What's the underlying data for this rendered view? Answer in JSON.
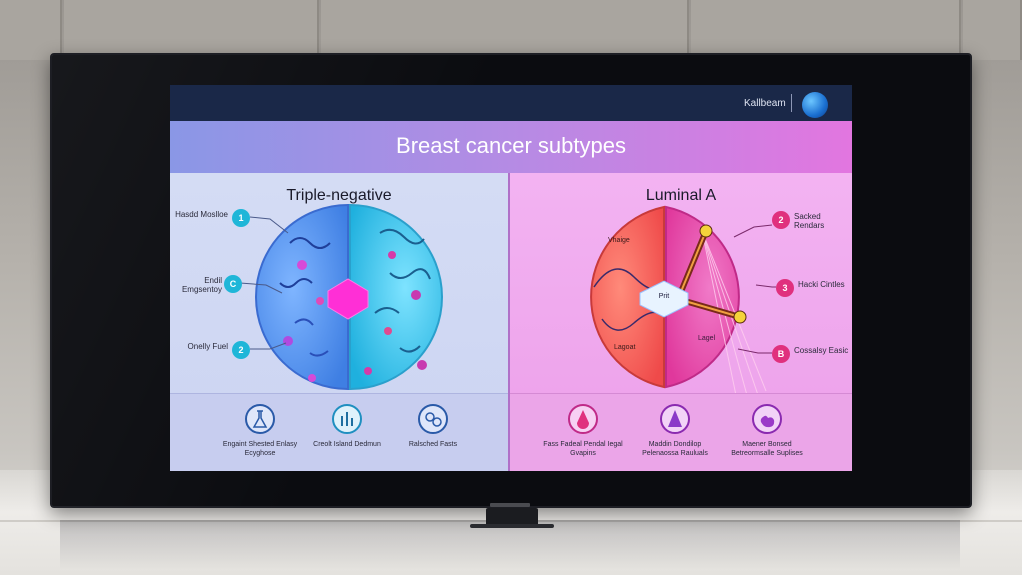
{
  "slide": {
    "title": "Breast cancer subtypes",
    "logo_text": "Kallbeam",
    "colors": {
      "header": "#1a2848",
      "teal": "#1fb6d8",
      "magenta": "#e0307e",
      "pink_panel": "#ec9fe9",
      "blue_panel": "#ccd4f2"
    }
  },
  "panels": {
    "left": {
      "title": "Triple-negative",
      "callouts": [
        {
          "number": "1",
          "label": "Hasdd Moslloe"
        },
        {
          "number": "C",
          "label": "Endil Emgsentoy"
        },
        {
          "number": "2",
          "label": "Onelly Fuel"
        }
      ],
      "icons": [
        {
          "icon": "flask-icon",
          "caption": "Engaint Shested Enlasy Ecyghose"
        },
        {
          "icon": "chart-icon",
          "caption": "Creolt Island Dedmun"
        },
        {
          "icon": "cells-icon",
          "caption": "Ralsched Fasts"
        }
      ]
    },
    "right": {
      "title": "Luminal A",
      "center_label": "Prit",
      "region_labels": [
        "Vhaige",
        "Lagoat",
        "Lagel"
      ],
      "callouts": [
        {
          "number": "2",
          "label": "Sacked Rendars"
        },
        {
          "number": "3",
          "label": "Hacki Cintles"
        },
        {
          "number": "B",
          "label": "Cossalsy Easic"
        }
      ],
      "icons": [
        {
          "icon": "drop-icon",
          "caption": "Fass Fadeal Pendal Iegal Gvapins"
        },
        {
          "icon": "cone-icon",
          "caption": "Maddin Dondilop Pelenaossa Rauluals"
        },
        {
          "icon": "hand-icon",
          "caption": "Maener Bonsed Betreormsalle Suplises"
        }
      ]
    }
  }
}
